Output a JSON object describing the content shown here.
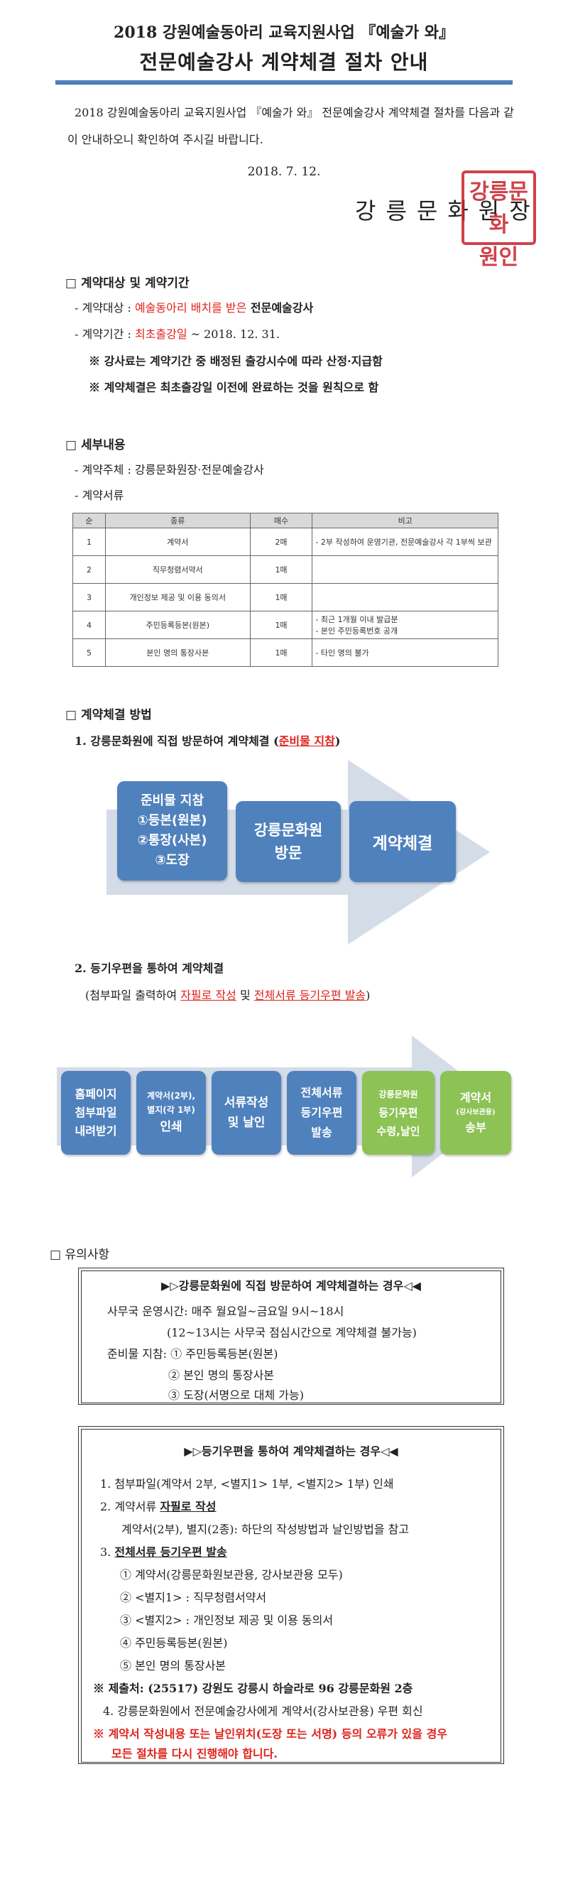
{
  "header": {
    "title": "2018 강원예술동아리 교육지원사업 『예술가 와』",
    "subtitle": "전문예술강사 계약체결 절차 안내"
  },
  "intro": "2018 강원예술동아리 교육지원사업 『예술가 와』 전문예술강사 계약체결 절차를 다음과 같이 안내하오니 확인하여 주시길 바랍니다.",
  "date": "2018. 7. 12.",
  "org": "강릉문화원장",
  "seal": [
    "강",
    "릉",
    "문",
    "화",
    "원",
    "인"
  ],
  "s1": {
    "title": "□ 계약대상 및 계약기간",
    "target_prefix": "- 계약대상 : ",
    "target_red": "예술동아리 배치를 받은",
    "target_rest": " 전문예술강사",
    "period_prefix": "- 계약기간 : ",
    "period_red": "최초출강일",
    "period_rest": " ~ 2018. 12. 31.",
    "note1": "※ 강사료는 계약기간 중 배정된 출강시수에 따라 산정·지급함",
    "note2": "※ 계약체결은 최초출강일 이전에 완료하는 것을 원칙으로 함"
  },
  "s2": {
    "title": "□ 세부내용",
    "party": "- 계약주체 : 강릉문화원장·전문예술강사",
    "docs": "- 계약서류",
    "table": {
      "headers": [
        "순",
        "종류",
        "매수",
        "비고"
      ],
      "rows": [
        [
          "1",
          "계약서",
          "2매",
          "- 2부 작성하여 운영기관, 전문예술강사 각 1부씩 보관"
        ],
        [
          "2",
          "직무청렴서약서",
          "1매",
          ""
        ],
        [
          "3",
          "개인정보 제공 및 이용 동의서",
          "1매",
          ""
        ],
        [
          "4",
          "주민등록등본(원본)",
          "1매",
          "- 최근 1개월 이내 발급분\n- 본인 주민등록번호 공개"
        ],
        [
          "5",
          "본인 명의 통장사본",
          "1매",
          "- 타인 명의 불가"
        ]
      ]
    }
  },
  "s3": {
    "title": "□ 계약체결 방법",
    "m1_prefix": "1. 강릉문화원에 직접 방문하여 계약체결 (",
    "m1_link": "준비물 지참",
    "m1_suffix": ")",
    "flow1": [
      {
        "l1": "준비물 지참",
        "l2": "①등본(원본)",
        "l3": "②통장(사본)",
        "l4": "③도장"
      },
      {
        "l1": "강릉문화원",
        "l2": "방문"
      },
      {
        "l1": "계약체결"
      }
    ],
    "m2": "2. 등기우편을 통하여 계약체결",
    "m2_sub_a": "(첨부파일 출력하여 ",
    "m2_sub_b": "자필로 작성",
    "m2_sub_c": " 및 ",
    "m2_sub_d": "전체서류 등기우편 발송",
    "m2_sub_e": ")",
    "flow2": [
      [
        "홈페이지",
        "첨부파일",
        "내려받기"
      ],
      [
        "계약서(2부),",
        "별지(각 1부)",
        "인쇄"
      ],
      [
        "서류작성",
        "및 날인"
      ],
      [
        "전체서류",
        "등기우편",
        "발송"
      ],
      [
        "강릉문화원",
        "등기우편",
        "수령,날인"
      ],
      [
        "계약서",
        "(강사보관용)",
        "송부"
      ]
    ]
  },
  "s4": {
    "title": "□ 유의사항",
    "box1": {
      "head": "▶▷강릉문화원에 직접 방문하여 계약체결하는 경우◁◀",
      "l1": "사무국 운영시간: 매주 월요일~금요일 9시~18시",
      "l2": "(12~13시는 사무국 점심시간으로 계약체결 불가능)",
      "l3": "준비물 지참: ① 주민등록등본(원본)",
      "l4": "② 본인 명의 통장사본",
      "l5": "③ 도장(서명으로 대체 가능)"
    },
    "box2": {
      "head": "▶▷등기우편을 통하여 계약체결하는 경우◁◀",
      "l1": "1. 첨부파일(계약서 2부, <별지1> 1부, <별지2> 1부) 인쇄",
      "l2a": "2. 계약서류 ",
      "l2b": "자필로 작성",
      "l3": "계약서(2부), 별지(2종): 하단의 작성방법과 날인방법을 참고",
      "l4a": "3. ",
      "l4b": "전체서류 등기우편 발송",
      "l5": "① 계약서(강릉문화원보관용, 강사보관용 모두)",
      "l6": "② <별지1> : 직무청렴서약서",
      "l7": "③ <별지2> : 개인정보 제공 및 이용 동의서",
      "l8": "④ 주민등록등본(원본)",
      "l9": "⑤ 본인 명의 통장사본",
      "l10": "※ 제출처: (25517) 강원도 강릉시 하슬라로 96 강릉문화원 2층",
      "l11": "4. 강릉문화원에서 전문예술강사에게 계약서(강사보관용) 우편 회신",
      "l12": "※ 계약서 작성내용 또는 날인위치(도장 또는 서명) 등의 오류가 있을 경우",
      "l13": "모든 절차를 다시 진행해야 합니다."
    }
  }
}
